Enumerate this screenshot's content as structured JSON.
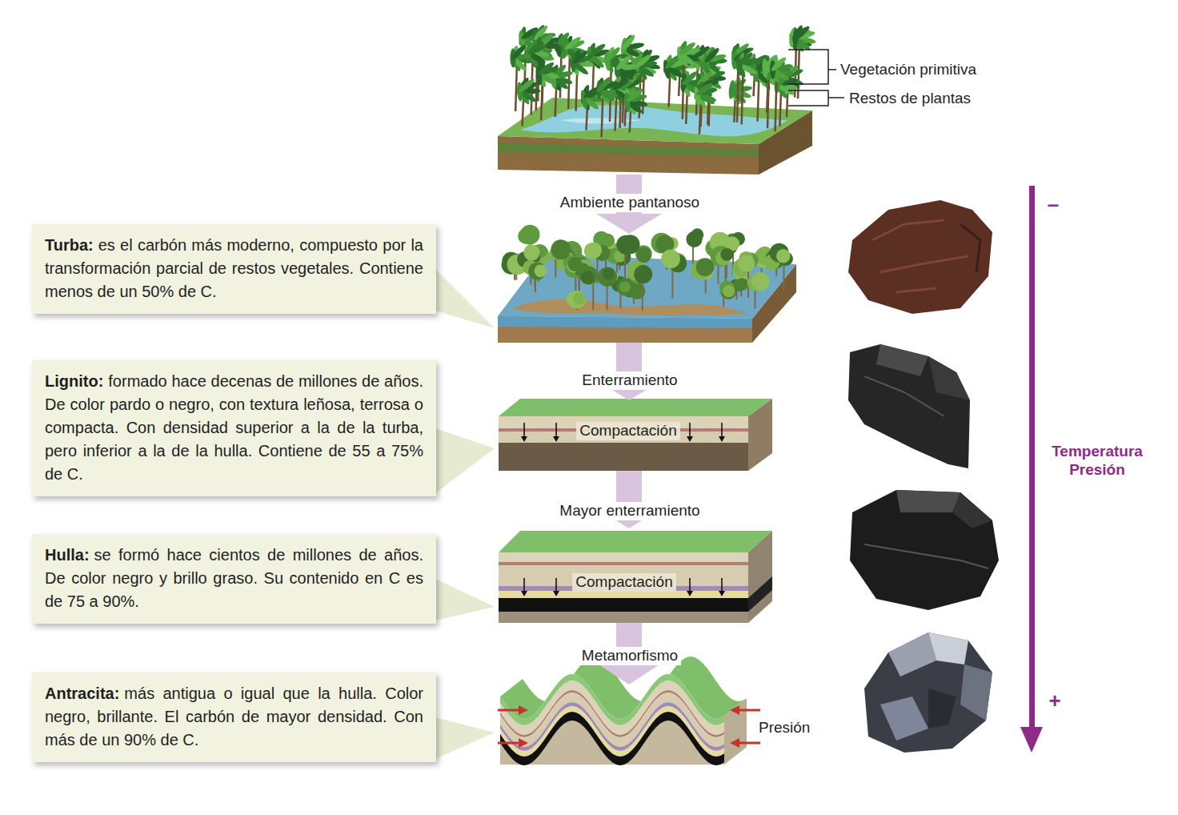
{
  "diagram": {
    "nodes": [
      {
        "text": [
          "Turba:",
          "es el carbón más moderno, compuesto por la transformación parcial de restos vegetales. Contiene menos de un 50% de C."
        ]
      },
      {
        "text": [
          "Lignito:",
          "formado hace decenas de millones de años. De color pardo o negro, con textura leñosa, terrosa o compacta. Con densidad superior a la de la turba, pero inferior a la de la hulla. Contiene de 55 a 75% de C."
        ]
      },
      {
        "text": [
          "Hulla:",
          "se formó hace cientos de millones de años. De color negro y brillo graso. Su contenido en C es de 75 a 90%."
        ]
      },
      {
        "text": [
          "Antracita:",
          "más antigua o igual que la hulla. Color negro, brillante. El carbón de mayor densidad. Con más de un 90% de C."
        ]
      }
    ],
    "labels": [
      "Vegetación primitiva",
      "Restos de plantas",
      "Ambiente pantanoso",
      "Enterramiento",
      "Compactación",
      "Mayor enterramiento",
      "Compactación",
      "Metamorfismo",
      "Presión",
      "–",
      "Temperatura Presión",
      "+"
    ]
  }
}
